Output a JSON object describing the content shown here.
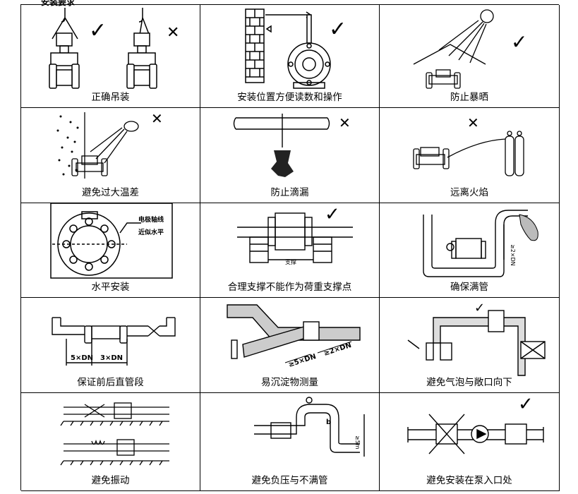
{
  "header": {
    "partial_label": "安装要求"
  },
  "rows": [
    [
      "正确吊装",
      "安装位置方便读数和操作",
      "防止暴晒"
    ],
    [
      "避免过大温差",
      "防止滴漏",
      "远离火焰"
    ],
    [
      "水平安装",
      "合理支撑不能作为荷重支撑点",
      "确保满管"
    ],
    [
      "保证前后直管段",
      "易沉淀物测量",
      "避免气泡与敞口向下"
    ],
    [
      "避免振动",
      "避免负压与不满管",
      "避免安装在泵入口处"
    ]
  ],
  "diagram_labels": {
    "electrode_axis": "电极轴线",
    "approx_horizontal": "近似水平",
    "support": "支撑",
    "straight_5dn": "5×DN",
    "straight_3dn": "3×DN",
    "ge_5dn": "≥5×DN",
    "ge_2dn": "≥2×DN",
    "pipe_height": "≥2×DN",
    "b_label": "b",
    "h_label": "≥5m"
  },
  "marks": {
    "check": "✓",
    "cross": "✕"
  }
}
